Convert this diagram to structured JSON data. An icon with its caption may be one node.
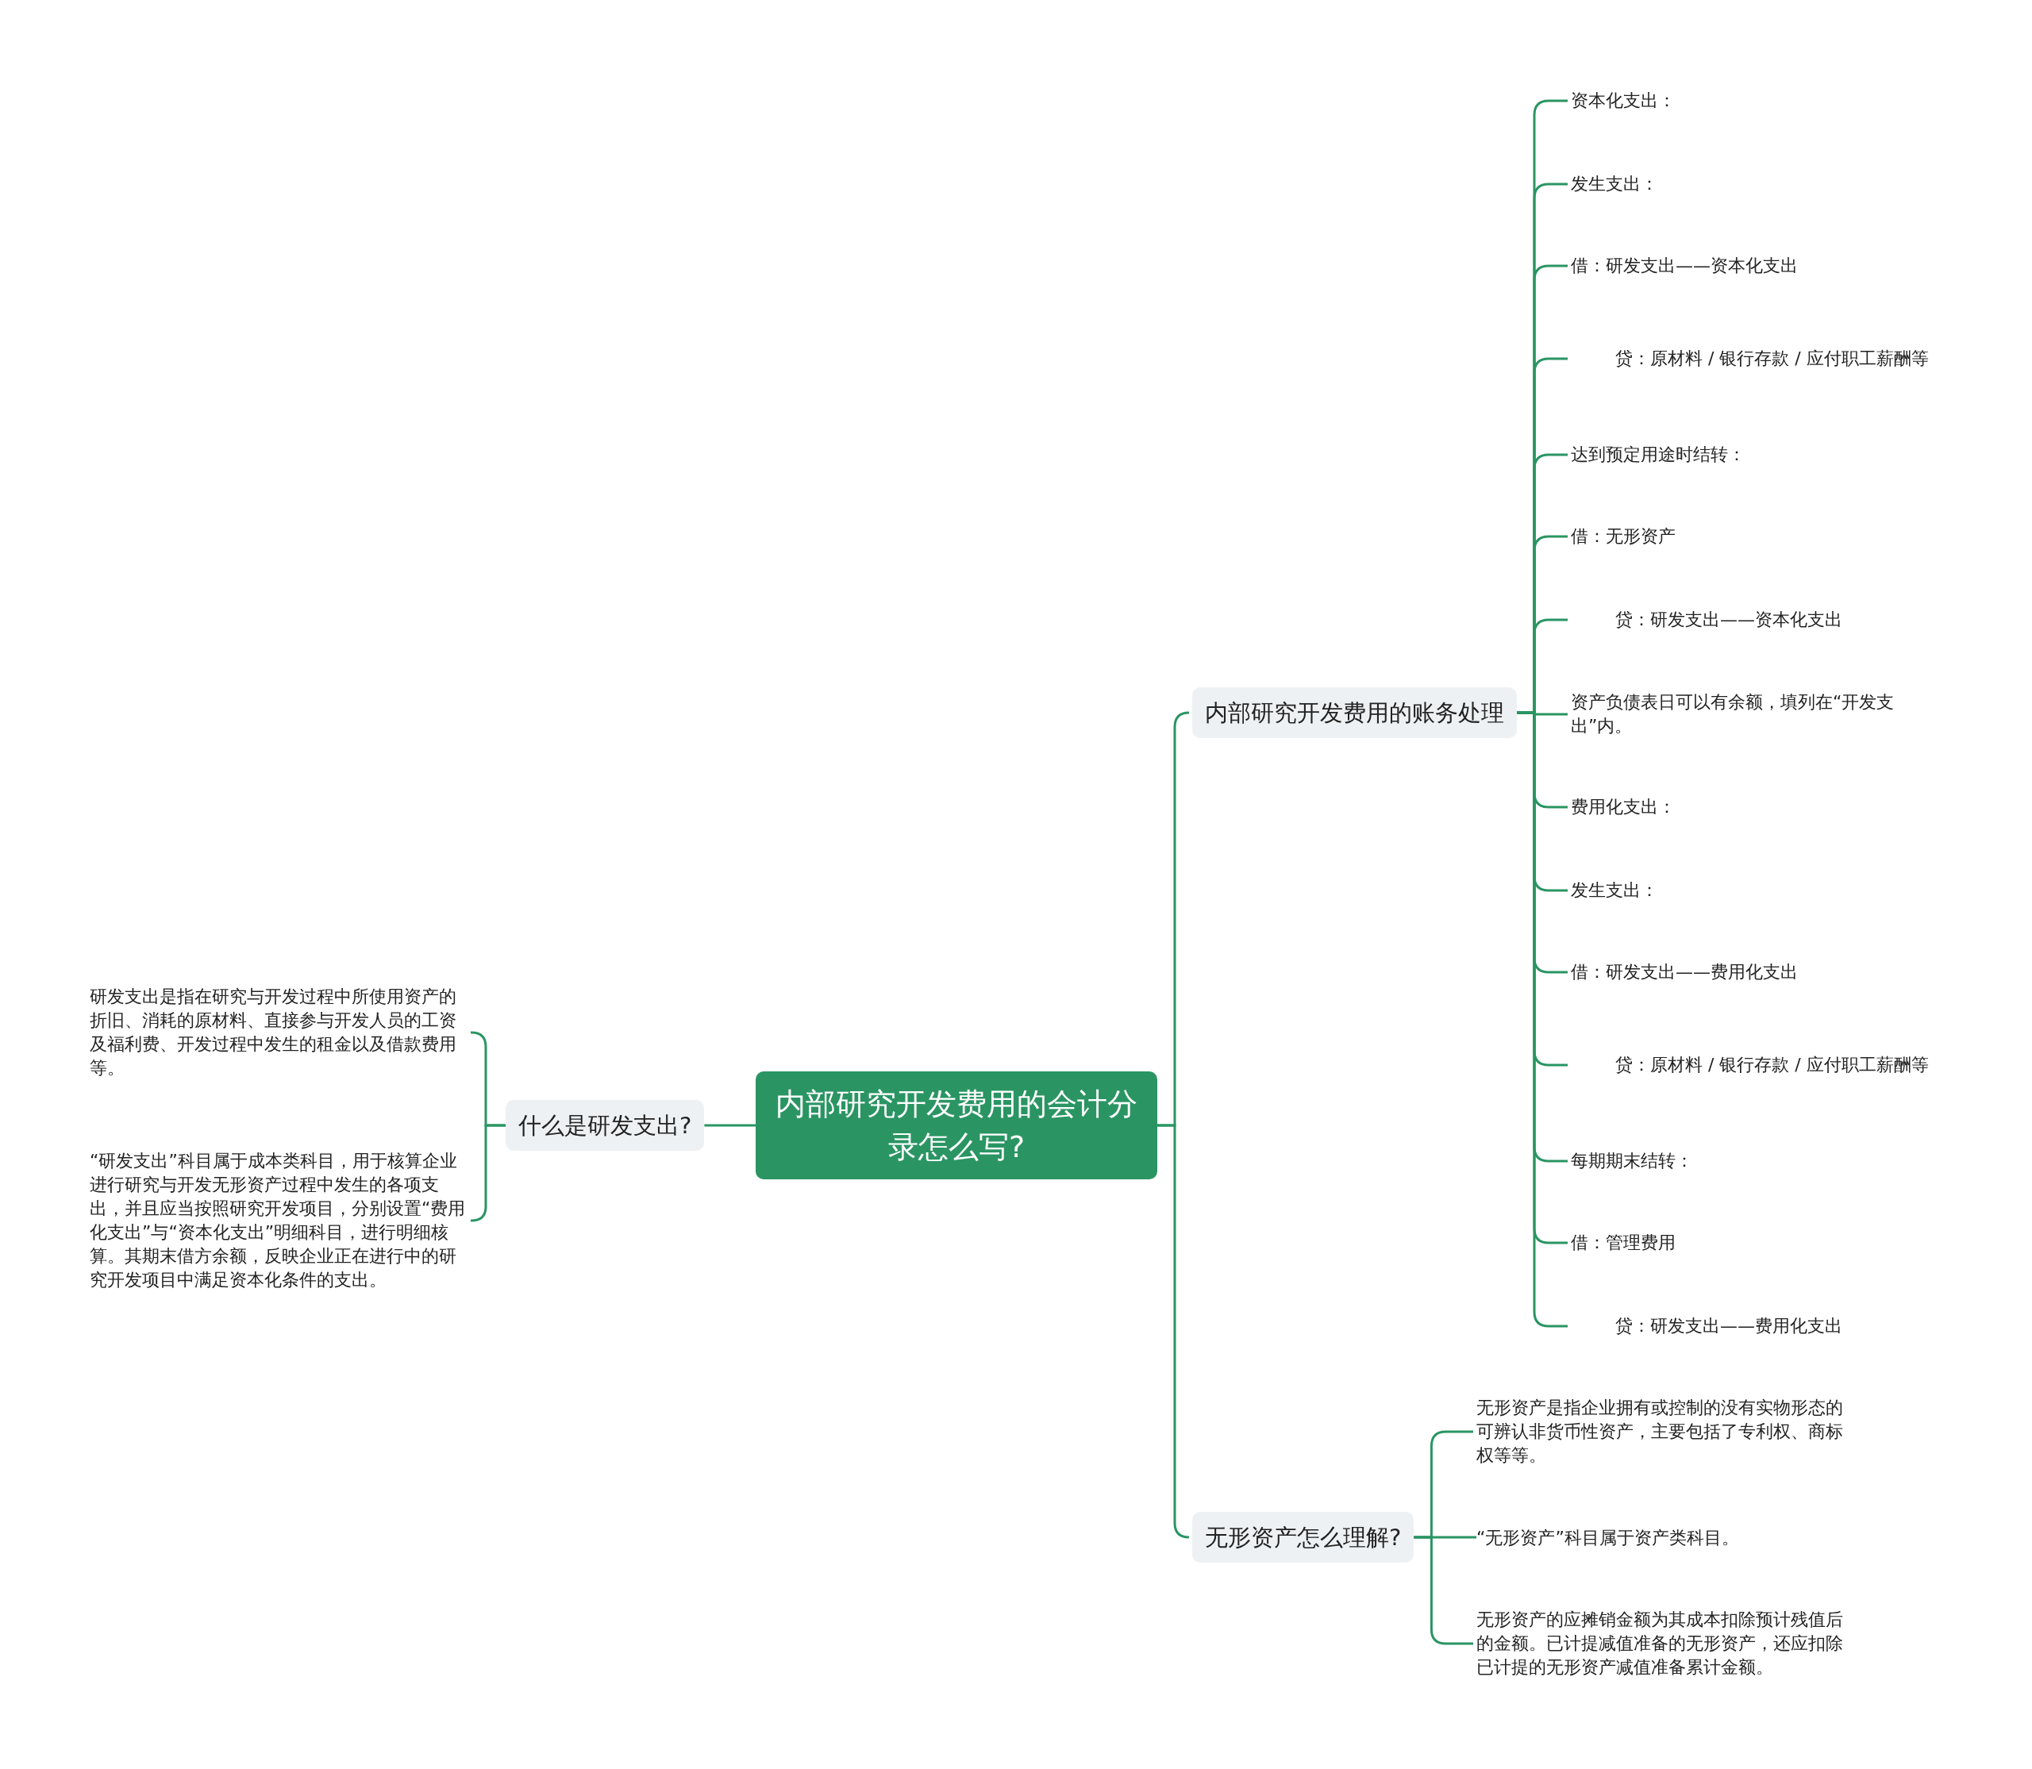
{
  "diagram": {
    "nodes": [
      {
        "text": [
          "内部研究开发费用的会计分录怎么写?"
        ]
      },
      {
        "text": [
          "内部研究开发费用的账务处理"
        ]
      },
      {
        "text": [
          "资本化支出："
        ]
      },
      {
        "text": [
          "发生支出："
        ]
      },
      {
        "text": [
          "借：研发支出——资本化支出"
        ]
      },
      {
        "text": [
          "        贷：原材料 / 银行存款 / 应付职工薪酬等"
        ]
      },
      {
        "text": [
          "达到预定用途时结转："
        ]
      },
      {
        "text": [
          "借：无形资产"
        ]
      },
      {
        "text": [
          "        贷：研发支出——资本化支出"
        ]
      },
      {
        "text": [
          "资产负债表日可以有余额，填列在“开发支出”内。"
        ]
      },
      {
        "text": [
          "费用化支出："
        ]
      },
      {
        "text": [
          "发生支出："
        ]
      },
      {
        "text": [
          "借：研发支出——费用化支出"
        ]
      },
      {
        "text": [
          "        贷：原材料 / 银行存款 / 应付职工薪酬等"
        ]
      },
      {
        "text": [
          "每期期末结转："
        ]
      },
      {
        "text": [
          "借：管理费用"
        ]
      },
      {
        "text": [
          "        贷：研发支出——费用化支出"
        ]
      },
      {
        "text": [
          "无形资产怎么理解?"
        ]
      },
      {
        "text": [
          "无形资产是指企业拥有或控制的没有实物形态的可辨认非货币性资产，主要包括了专利权、商标权等等。"
        ]
      },
      {
        "text": [
          "“无形资产”科目属于资产类科目。"
        ]
      },
      {
        "text": [
          "无形资产的应摊销金额为其成本扣除预计残值后的金额。已计提减值准备的无形资产，还应扣除已计提的无形资产减值准备累计金额。"
        ]
      },
      {
        "text": [
          "什么是研发支出?"
        ]
      },
      {
        "text": [
          "研发支出是指在研究与开发过程中所使用资产的折旧、消耗的原材料、直接参与开发人员的工资及福利费、开发过程中发生的租金以及借款费用等。"
        ]
      },
      {
        "text": [
          "“研发支出”科目属于成本类科目，用于核算企业进行研究与开发无形资产过程中发生的各项支出，并且应当按照研究开发项目，分别设置“费用化支出”与“资本化支出”明细科目，进行明细核算。其期末借方余额，反映企业正在进行中的研究开发项目中满足资本化条件的支出。"
        ]
      }
    ],
    "edges": [
      {
        "from": 0,
        "to": 1,
        "arrow": "none"
      },
      {
        "from": 1,
        "to": 2,
        "arrow": "none"
      },
      {
        "from": 1,
        "to": 3,
        "arrow": "none"
      },
      {
        "from": 1,
        "to": 4,
        "arrow": "none"
      },
      {
        "from": 1,
        "to": 5,
        "arrow": "none"
      },
      {
        "from": 1,
        "to": 6,
        "arrow": "none"
      },
      {
        "from": 1,
        "to": 7,
        "arrow": "none"
      },
      {
        "from": 1,
        "to": 8,
        "arrow": "none"
      },
      {
        "from": 1,
        "to": 9,
        "arrow": "none"
      },
      {
        "from": 1,
        "to": 10,
        "arrow": "none"
      },
      {
        "from": 1,
        "to": 11,
        "arrow": "none"
      },
      {
        "from": 1,
        "to": 12,
        "arrow": "none"
      },
      {
        "from": 1,
        "to": 13,
        "arrow": "none"
      },
      {
        "from": 1,
        "to": 14,
        "arrow": "none"
      },
      {
        "from": 1,
        "to": 15,
        "arrow": "none"
      },
      {
        "from": 1,
        "to": 16,
        "arrow": "none"
      },
      {
        "from": 0,
        "to": 17,
        "arrow": "none"
      },
      {
        "from": 17,
        "to": 18,
        "arrow": "none"
      },
      {
        "from": 17,
        "to": 19,
        "arrow": "none"
      },
      {
        "from": 17,
        "to": 20,
        "arrow": "none"
      },
      {
        "from": 0,
        "to": 21,
        "arrow": "none"
      },
      {
        "from": 21,
        "to": 22,
        "arrow": "none"
      },
      {
        "from": 21,
        "to": 23,
        "arrow": "none"
      }
    ]
  }
}
